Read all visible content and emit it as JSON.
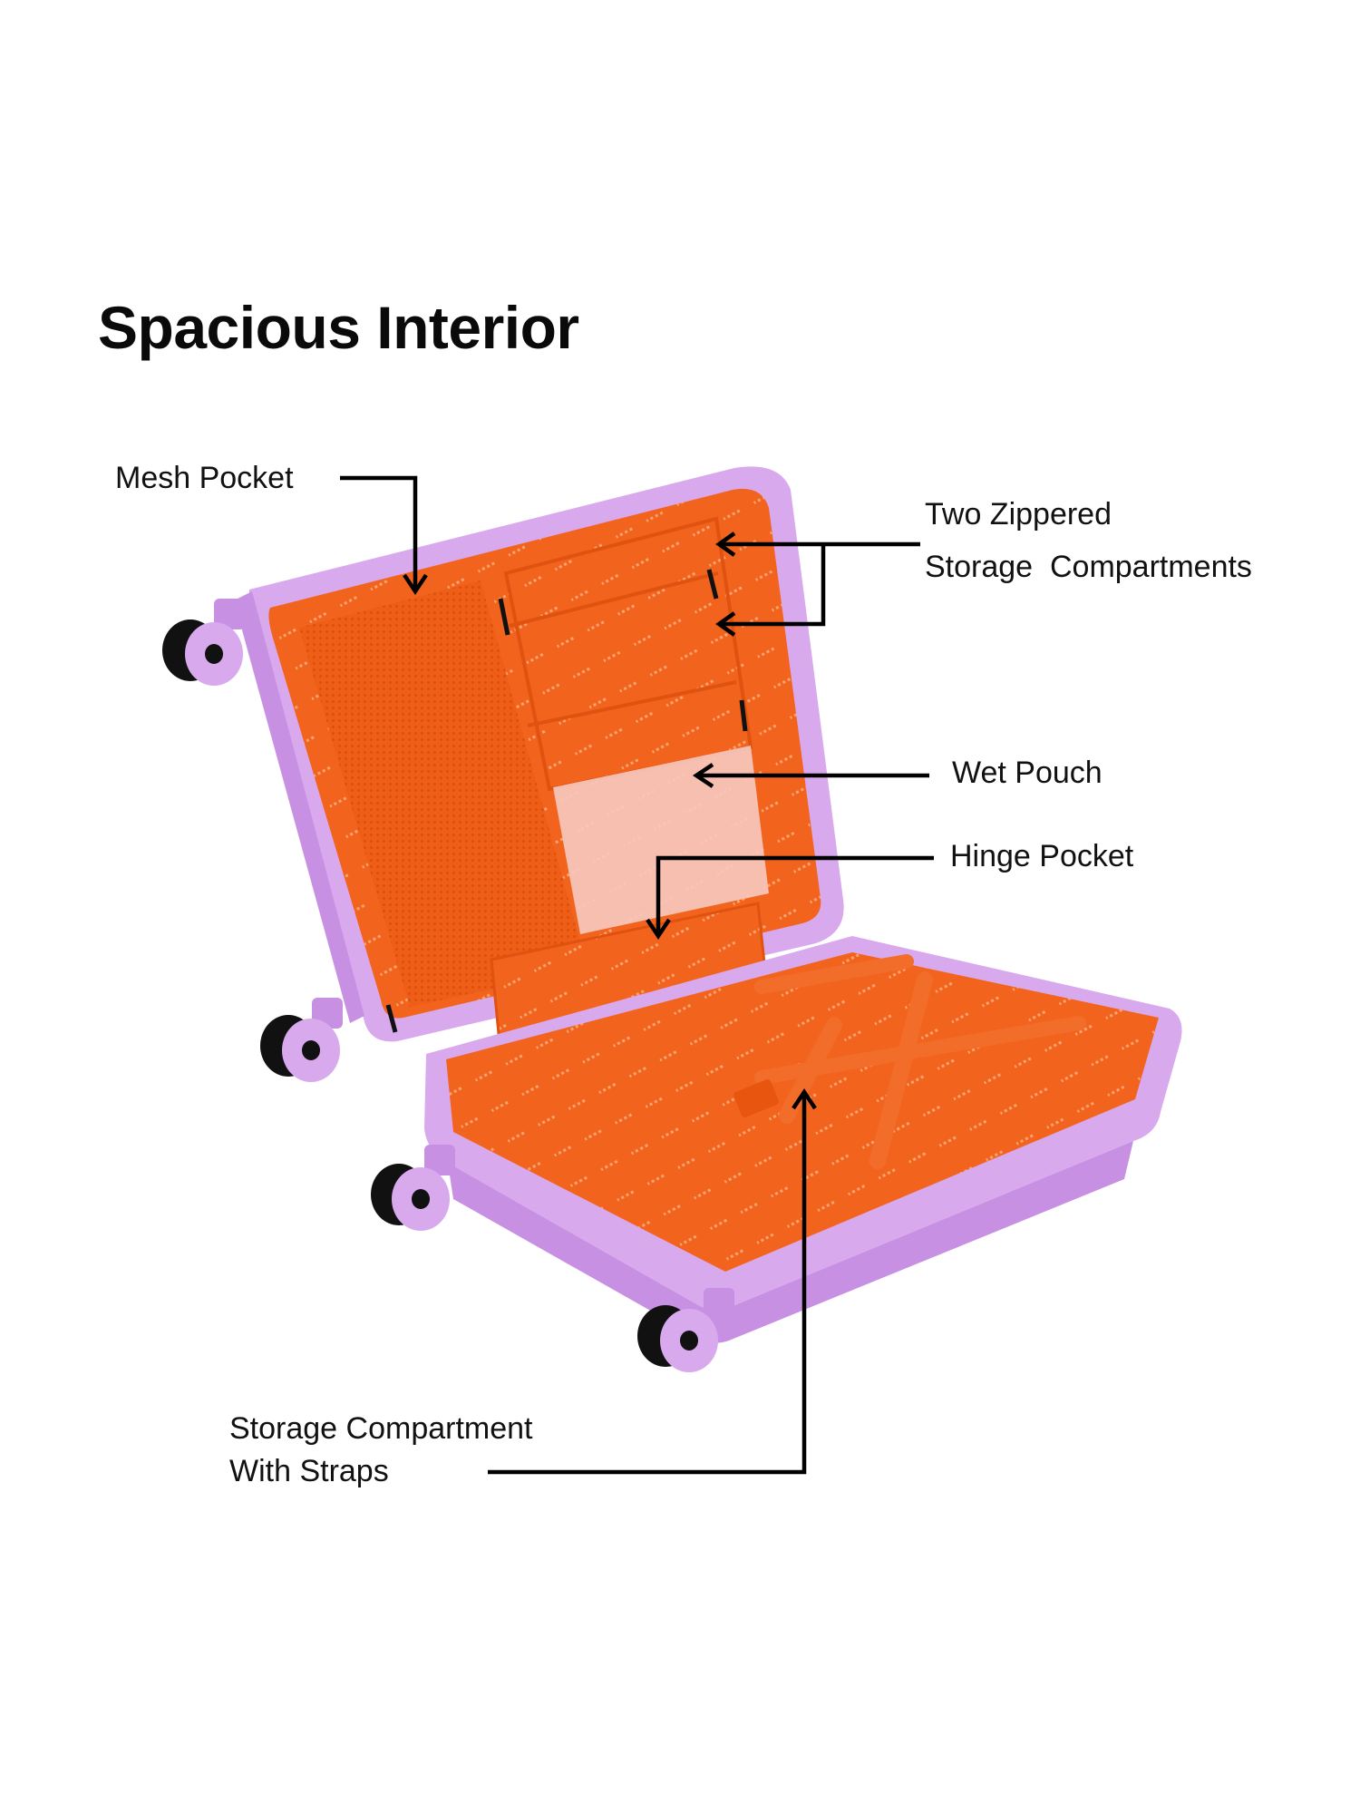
{
  "title": "Spacious Interior",
  "callouts": {
    "mesh_pocket": "Mesh Pocket",
    "zippered_line1": "Two Zippered",
    "zippered_line2": "Storage  Compartments",
    "wet_pouch": "Wet Pouch",
    "hinge_pocket": "Hinge Pocket",
    "straps_line1": "Storage Compartment",
    "straps_line2": "With Straps"
  },
  "colors": {
    "shell": "#D9A9EE",
    "lining": "#F2641E",
    "arrows": "#000000"
  }
}
